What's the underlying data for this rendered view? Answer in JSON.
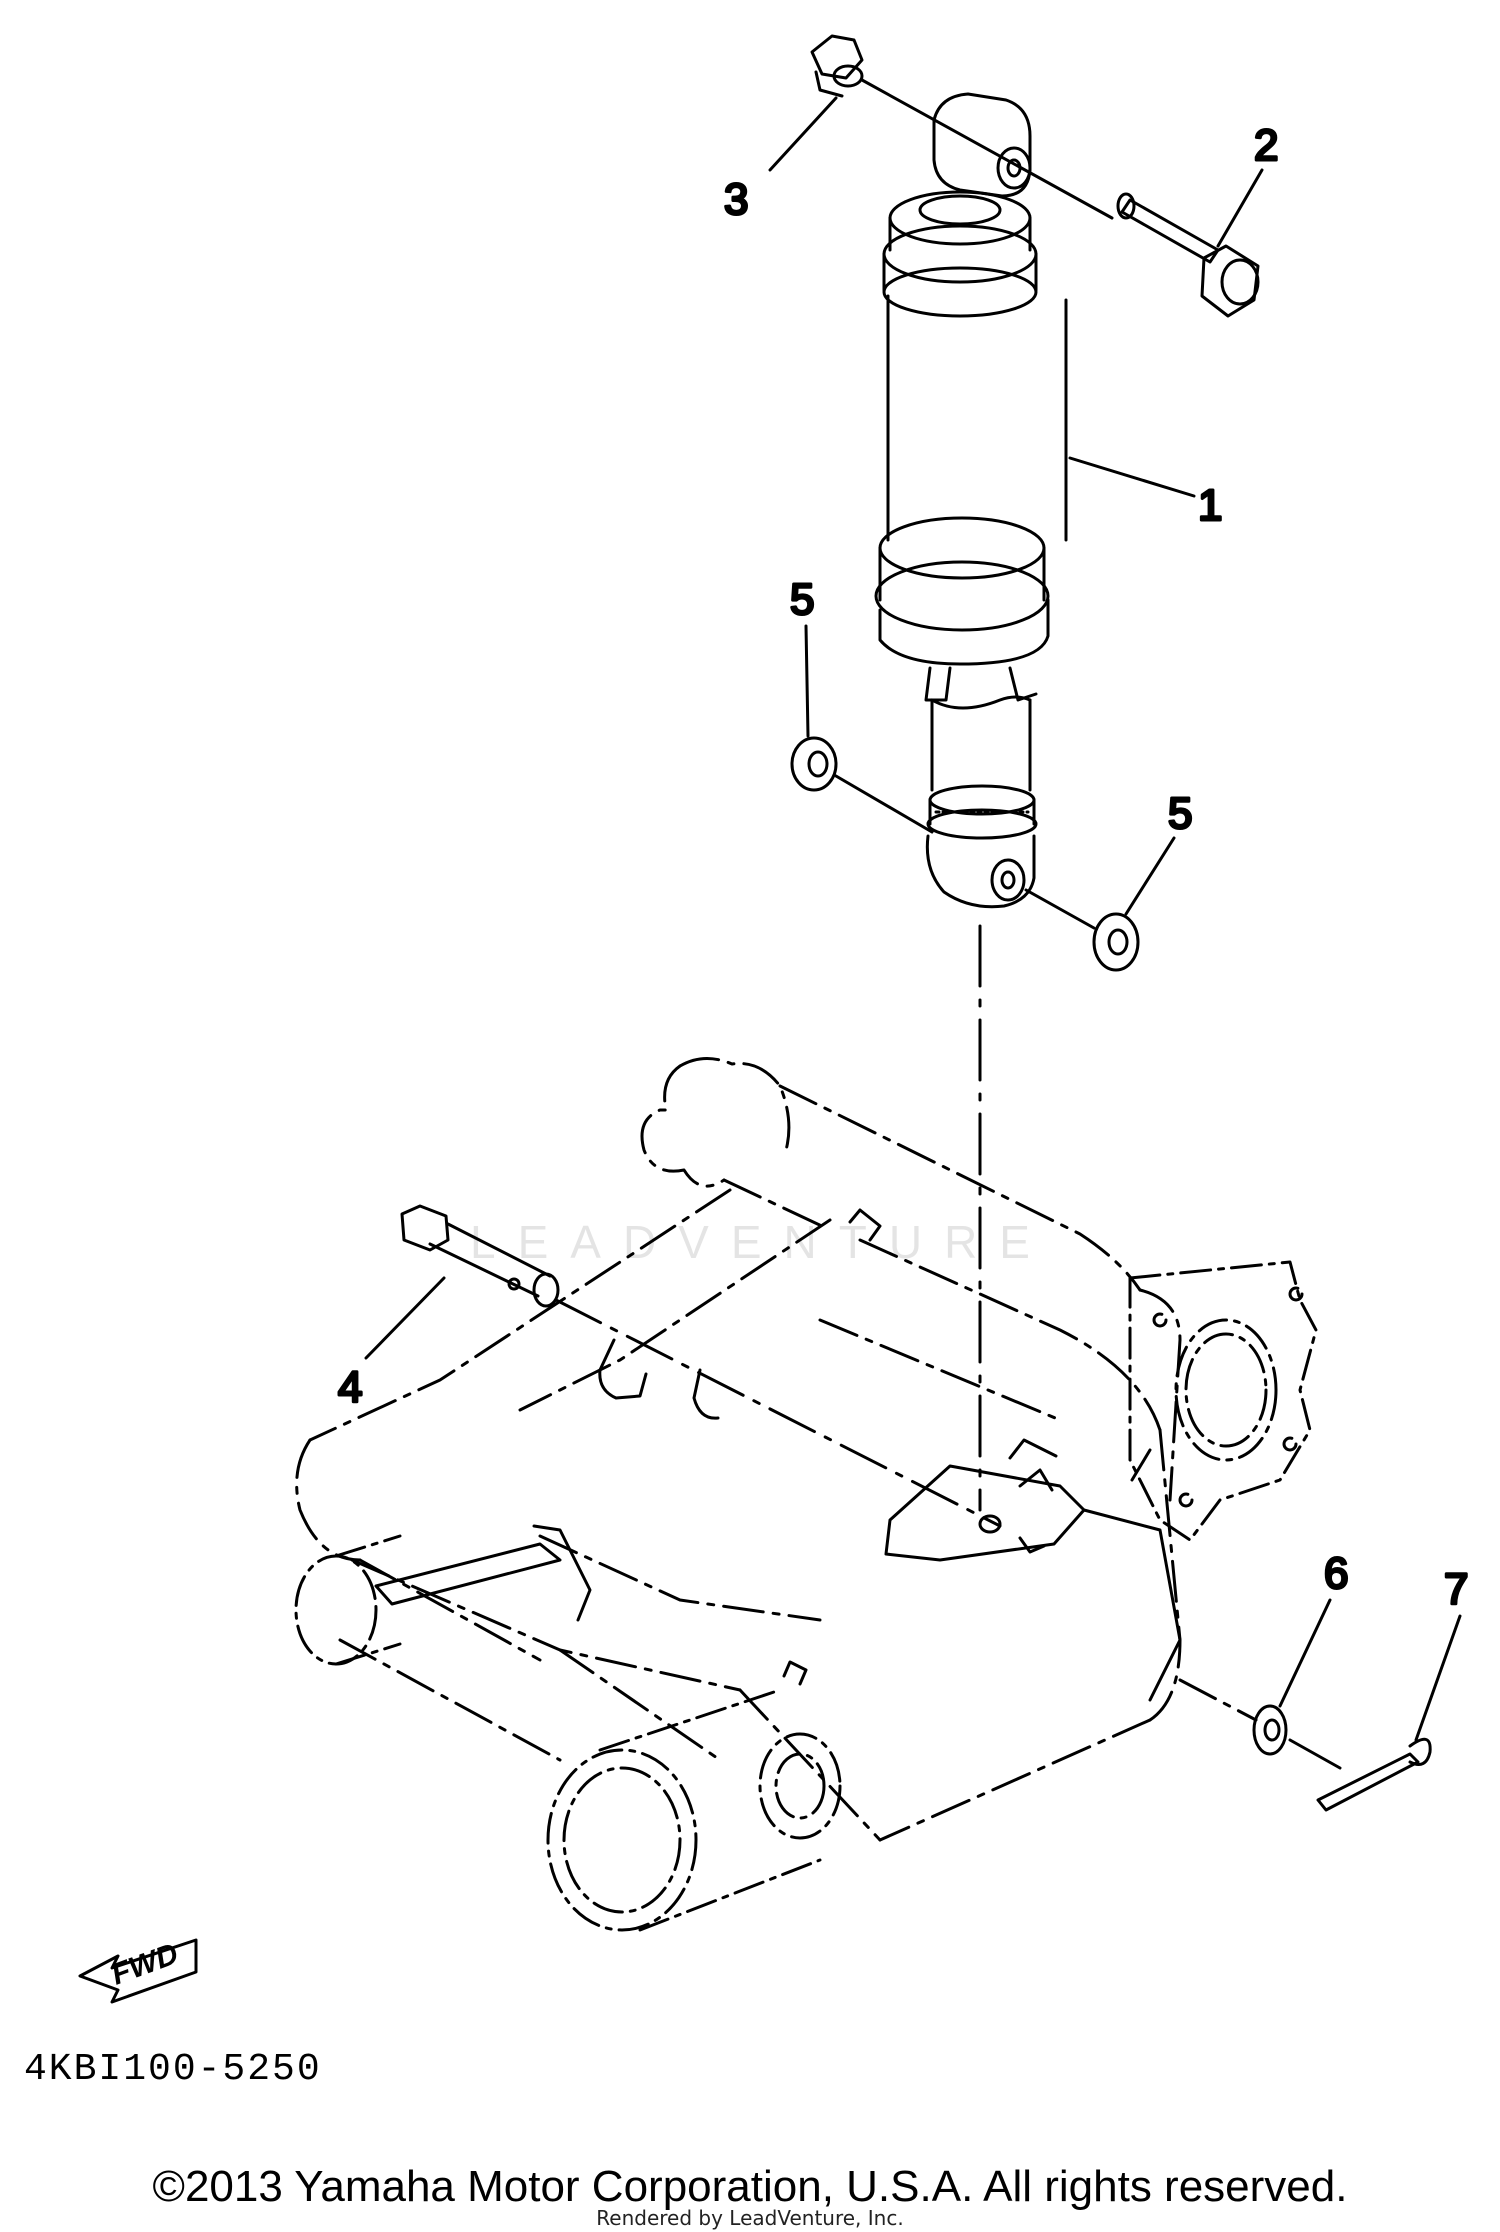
{
  "diagram": {
    "callouts": {
      "c1": "1",
      "c2": "2",
      "c3": "3",
      "c4": "4",
      "c5a": "5",
      "c5b": "5",
      "c6": "6",
      "c7": "7"
    },
    "fwd_label": "FWD",
    "part_code": "4KBI100-5250",
    "copyright": "©2013 Yamaha Motor Corporation, U.S.A. All rights reserved.",
    "rendered_by": "Rendered by LeadVenture, Inc.",
    "watermark": "LEADVENTURE"
  }
}
